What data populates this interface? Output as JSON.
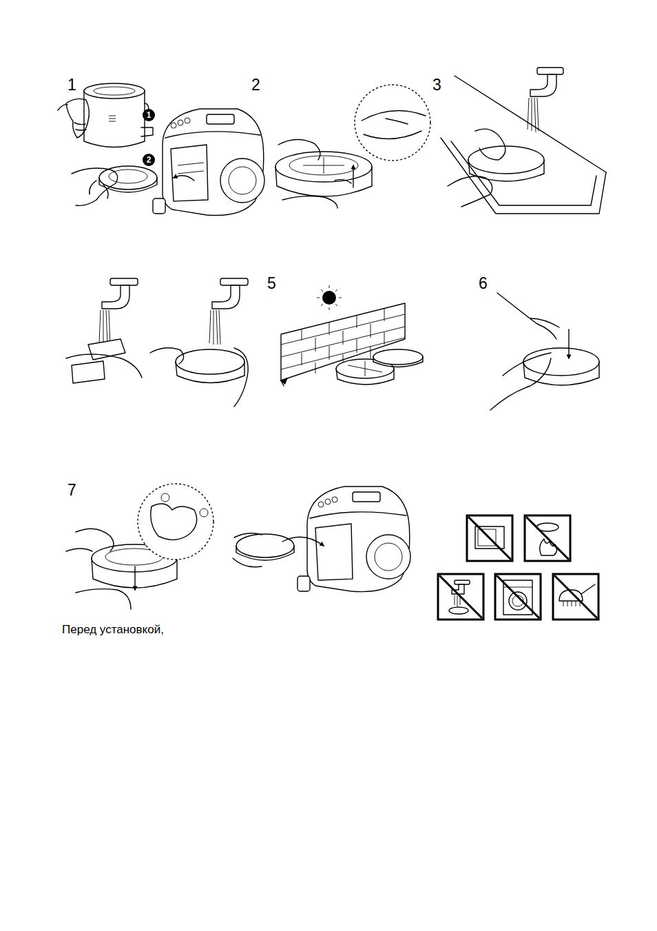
{
  "diagram": {
    "labels": [
      "1",
      "2",
      "3",
      "5",
      "6",
      "7",
      "1",
      "2",
      "Перед установкой,"
    ]
  }
}
